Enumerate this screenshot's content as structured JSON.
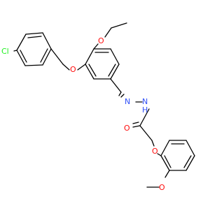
{
  "colors": {
    "bond": "#000000",
    "oxygen": "#ff0d0d",
    "nitrogen": "#3050f8",
    "chlorine": "#1ff01f",
    "carbon": "#000000"
  },
  "molecule": {
    "atoms": [
      {
        "id": "Cl",
        "label": "Cl",
        "element": "chlorine"
      },
      {
        "id": "O1",
        "label": "O",
        "element": "oxygen"
      },
      {
        "id": "O2",
        "label": "O",
        "element": "oxygen"
      },
      {
        "id": "N1",
        "label": "N",
        "element": "nitrogen"
      },
      {
        "id": "N2",
        "label": "N",
        "element": "nitrogen"
      },
      {
        "id": "H",
        "label": "H",
        "element": "nitrogen"
      },
      {
        "id": "O3",
        "label": "O",
        "element": "oxygen"
      },
      {
        "id": "O4",
        "label": "O",
        "element": "oxygen"
      },
      {
        "id": "O5",
        "label": "O",
        "element": "oxygen"
      }
    ]
  }
}
